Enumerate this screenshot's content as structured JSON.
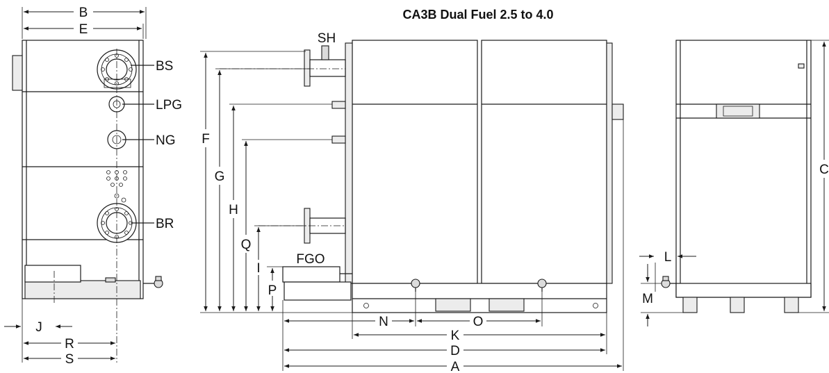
{
  "title": "CA3B Dual Fuel 2.5 to 4.0",
  "labels": {
    "A": "A",
    "B": "B",
    "C": "C",
    "D": "D",
    "E": "E",
    "F": "F",
    "G": "G",
    "H": "H",
    "I": "I",
    "J": "J",
    "K": "K",
    "L": "L",
    "M": "M",
    "N": "N",
    "O": "O",
    "P": "P",
    "Q": "Q",
    "R": "R",
    "S": "S",
    "BS": "BS",
    "LPG": "LPG",
    "NG": "NG",
    "BR": "BR",
    "SH": "SH",
    "FGO": "FGO"
  }
}
